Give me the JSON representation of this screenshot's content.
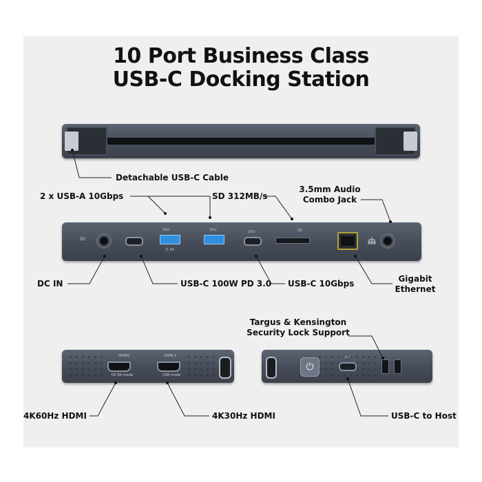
{
  "title": {
    "line1": "10 Port Business Class",
    "line2": "USB-C Docking Station"
  },
  "callouts": {
    "detachable_cable": "Detachable USB-C Cable",
    "usb_a": "2 x USB-A 10Gbps",
    "sd": "SD 312MB/s",
    "audio_line1": "3.5mm Audio",
    "audio_line2": "Combo Jack",
    "dc_in": "DC IN",
    "usbc_pd": "USB-C 100W PD 3.0",
    "usbc_10": "USB-C 10Gbps",
    "ethernet_line1": "Gigabit",
    "ethernet_line2": "Ethernet",
    "lock_line1": "Targus & Kensington",
    "lock_line2": "Security Lock Support",
    "hdmi_4k60": "4K60Hz HDMI",
    "hdmi_4k30": "4K30Hz HDMI",
    "usbc_host": "USB-C to Host"
  },
  "device_text": {
    "dc_marking": "DC",
    "usb_a_marking_1": "10⇄",
    "usb_a_marking_2": "10⇄",
    "usb_a_sub": "/1.5A",
    "usbc_marking": "10⇄",
    "sd_marking": "SD",
    "hdmi1": "HDMI1",
    "hdmi1_sub": "DP Alt mode",
    "hdmi2": "HDMI 2",
    "hdmi2_sub": "USB mode"
  },
  "colors": {
    "device_body": "#4a515d",
    "usb_a_blue": "#2f8fe0",
    "ethernet_gold": "#b6a238",
    "background_panel": "#efefef"
  },
  "icons": [
    "power-icon",
    "headphone-icon",
    "network-icon",
    "lightning-icon"
  ]
}
